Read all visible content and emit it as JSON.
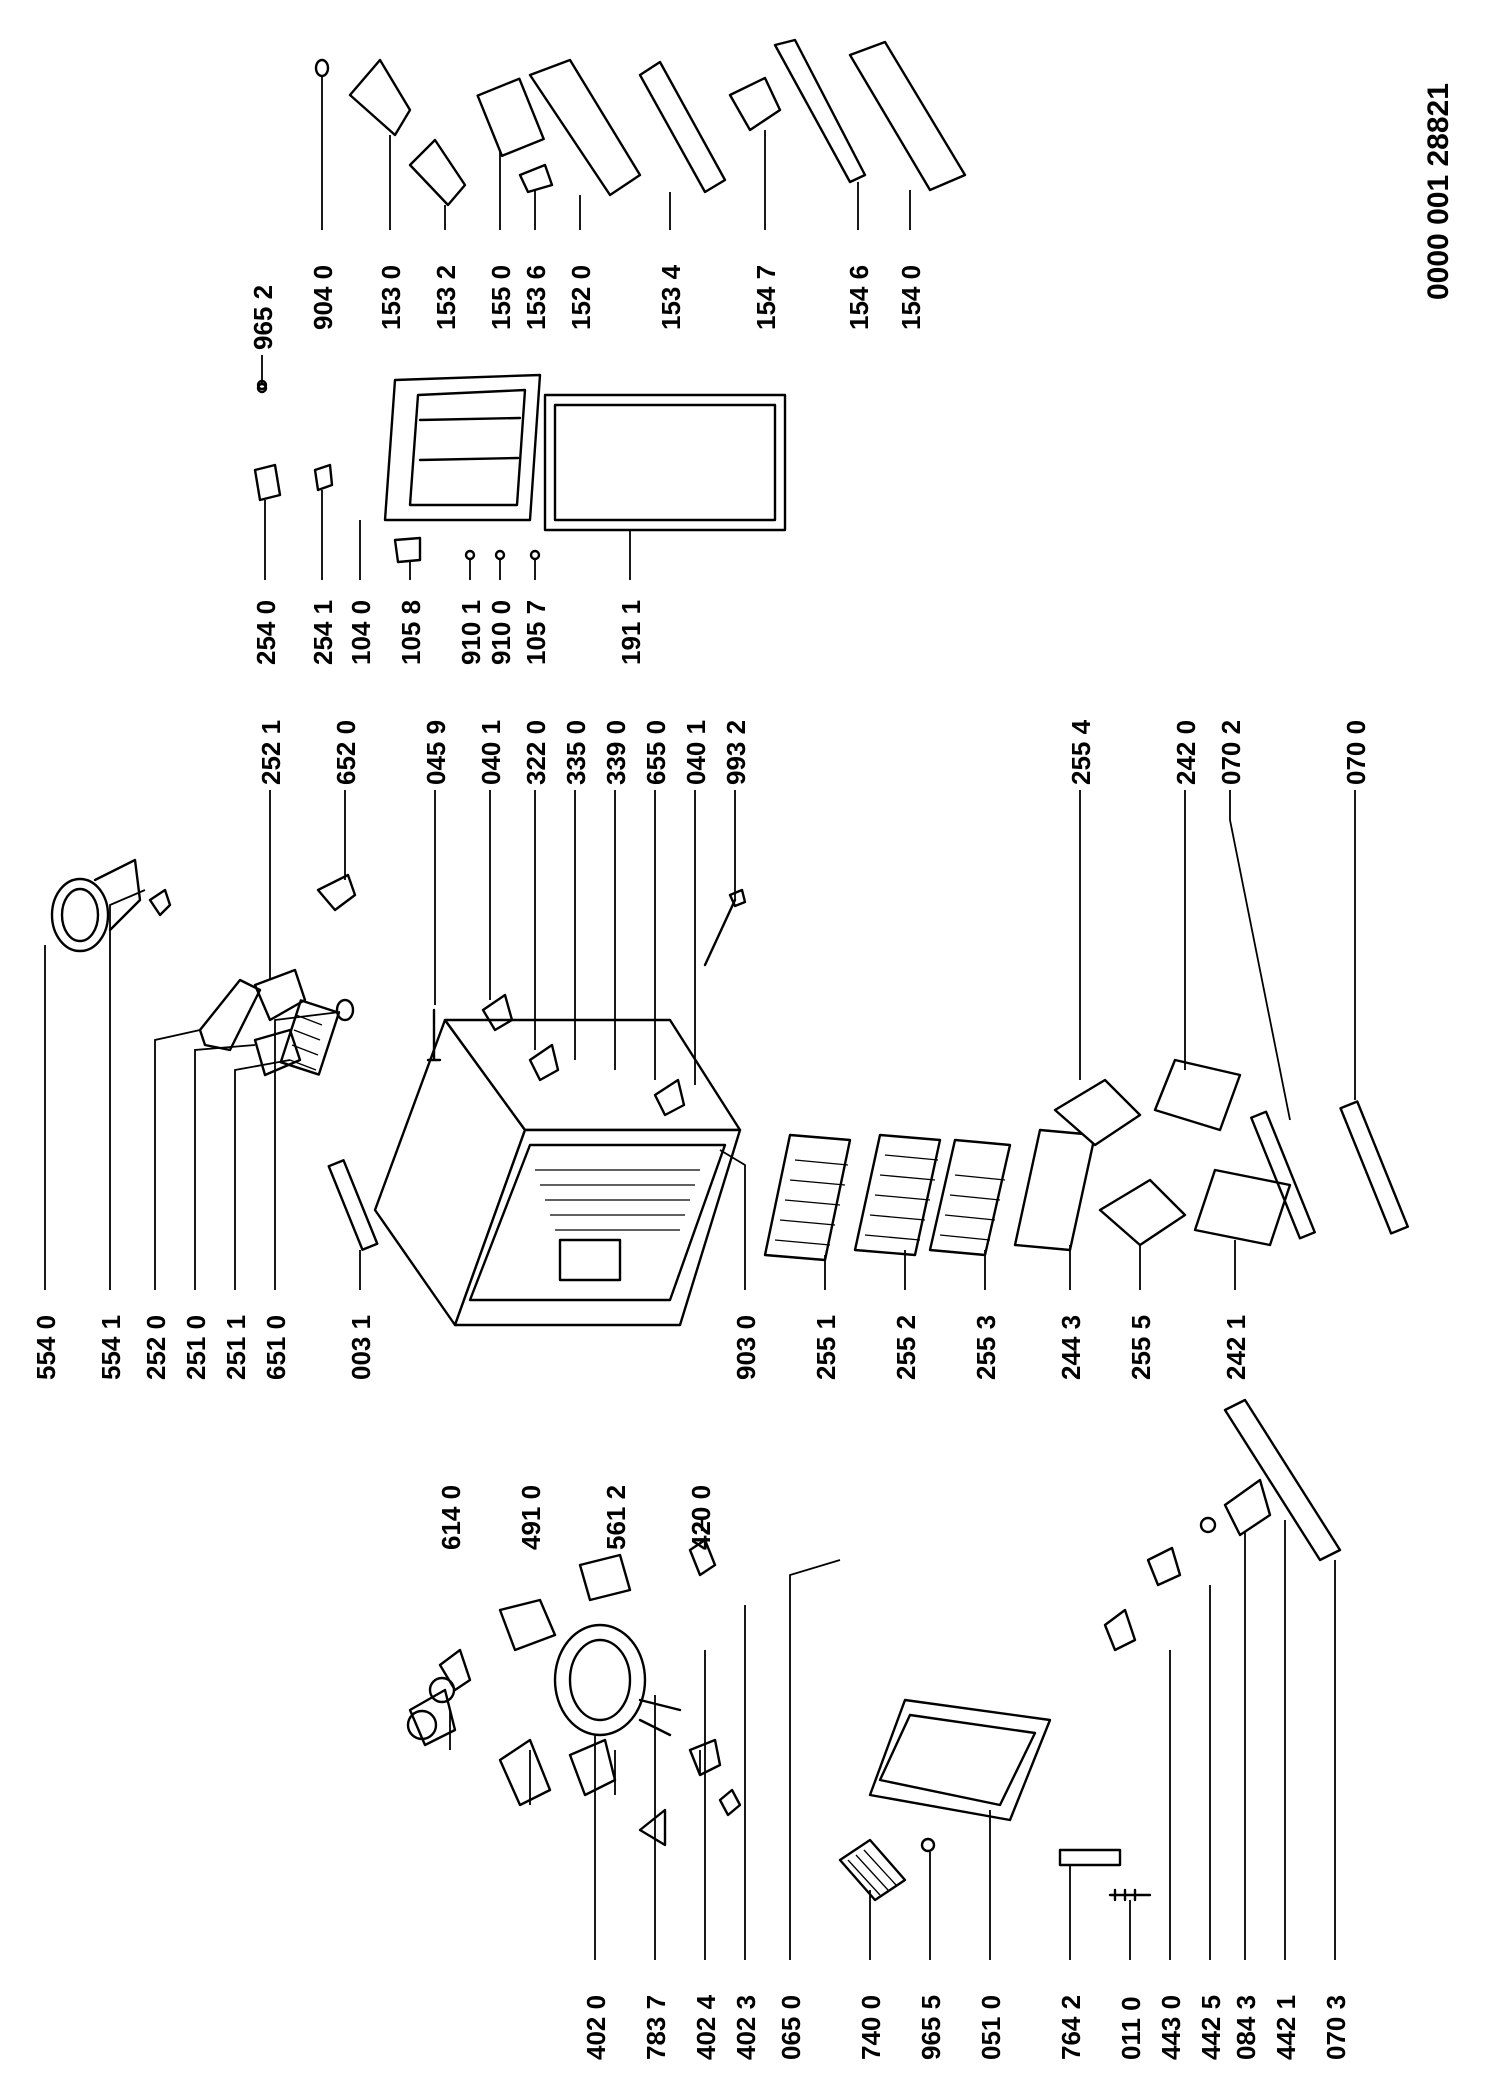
{
  "document_number": "0000 001 28821",
  "part_labels": [
    "554 0",
    "554 1",
    "252 0",
    "251 0",
    "251 1",
    "651 0",
    "003 1",
    "903 0",
    "255 1",
    "255 2",
    "255 3",
    "244 3",
    "255 5",
    "242 1",
    "252 1",
    "652 0",
    "045 9",
    "040 1",
    "322 0",
    "335 0",
    "339 0",
    "655 0",
    "040 1",
    "993 2",
    "255 4",
    "242 0",
    "070 2",
    "070 0",
    "254 0",
    "254 1",
    "104 0",
    "105 8",
    "910 1",
    "910 0",
    "105 7",
    "191 1",
    "965 2",
    "904 0",
    "153 0",
    "153 2",
    "155 0",
    "153 6",
    "152 0",
    "153 4",
    "154 7",
    "154 6",
    "154 0",
    "614 0",
    "491 0",
    "561 2",
    "420 0",
    "402 0",
    "783 7",
    "402 4",
    "402 3",
    "065 0",
    "740 0",
    "965 5",
    "051 0",
    "764 2",
    "011 0",
    "443 0",
    "442 5",
    "084 3",
    "442 1",
    "070 3"
  ]
}
